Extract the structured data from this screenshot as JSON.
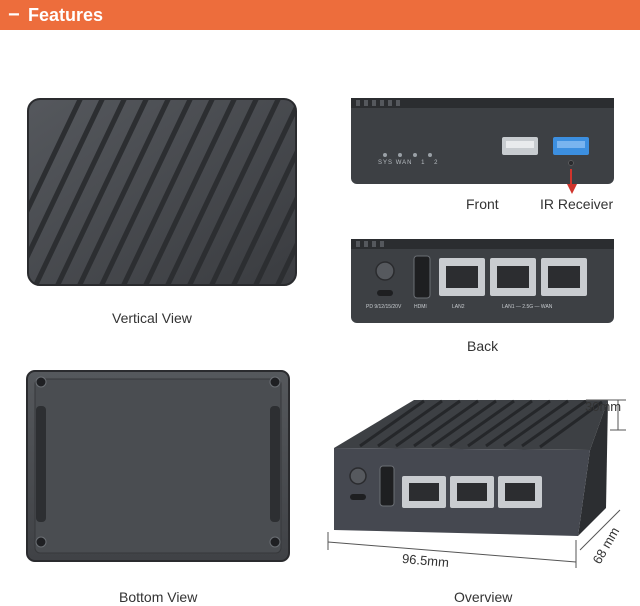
{
  "header": {
    "title": "Features",
    "dash": "−"
  },
  "captions": {
    "vertical_view": "Vertical View",
    "front": "Front",
    "ir_receiver": "IR Receiver",
    "back": "Back",
    "bottom_view": "Bottom View",
    "overview": "Overview"
  },
  "front_panel": {
    "led_labels": [
      "SYS",
      "WAN",
      "1",
      "2"
    ]
  },
  "back_panel": {
    "power_label": "PD 9/12/15/20V",
    "hdmi_label": "HDMI",
    "lan2_label": "LAN2",
    "lan1_wan_label": "LAN1 — 2.5G — WAN"
  },
  "dimensions": {
    "height": "30mm",
    "length": "96.5mm",
    "width": "68 mm"
  },
  "colors": {
    "header_bg": "#ed6d3c",
    "device_body": "#4a4d52",
    "usb3_blue": "#3c8fe0",
    "ir_arrow": "#d0342c"
  }
}
